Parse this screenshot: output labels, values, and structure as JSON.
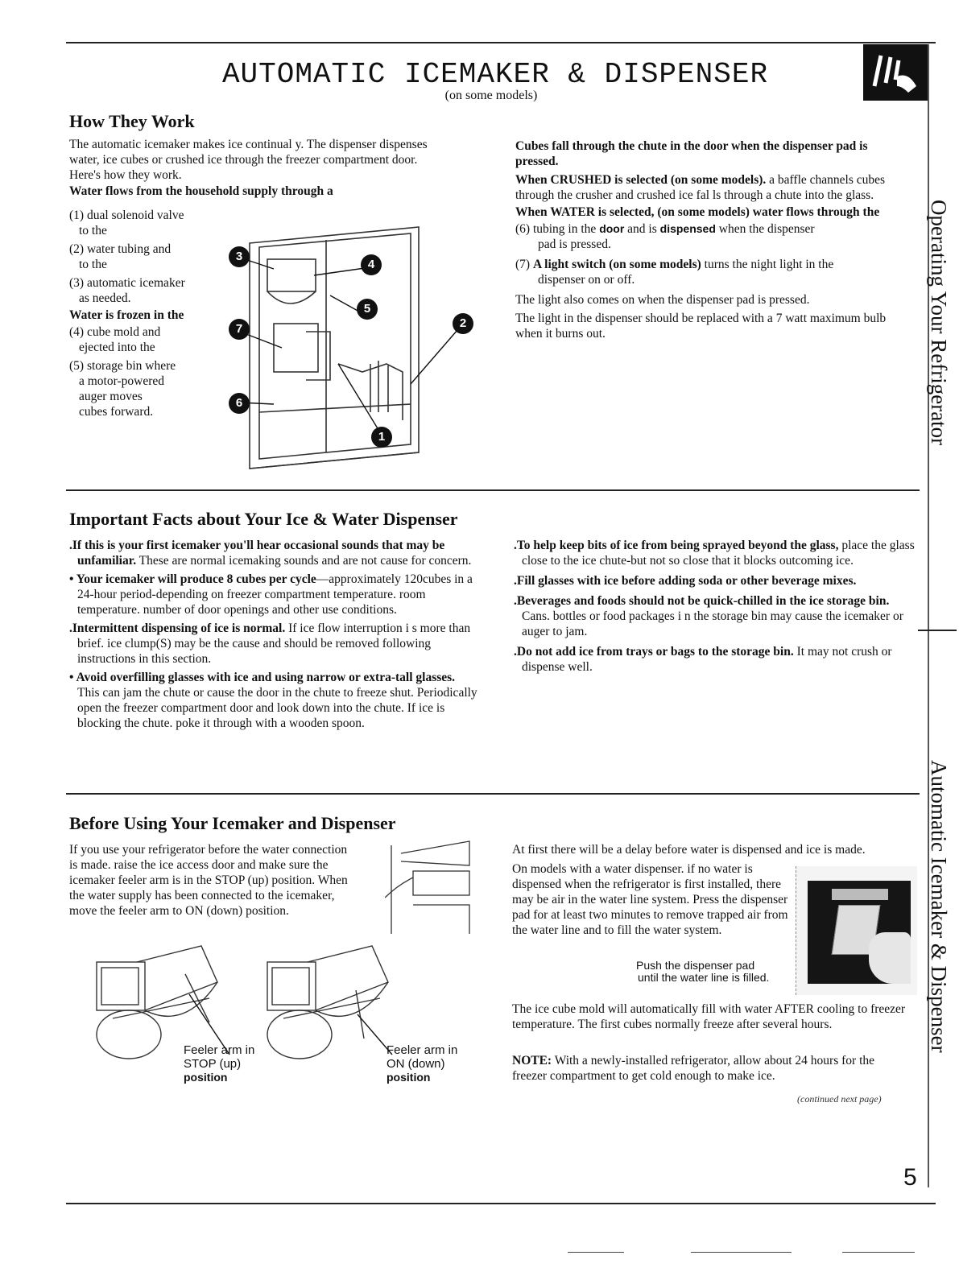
{
  "header": {
    "title": "AUTOMATIC ICEMAKER & DISPENSER",
    "subtitle": "(on some models)"
  },
  "how_they_work": {
    "heading": "How They Work",
    "intro": "The automatic icemaker makes ice continual y. The dispenser dispenses water, ice cubes or crushed ice through the freezer compartment door. Here's how they work.",
    "water_flows": "Water flows from the household supply through a",
    "step1": "(1) dual solenoid valve",
    "step1b": "to the",
    "step2": "(2) water tubing and",
    "step2b": "to the",
    "step3": "(3) automatic icemaker",
    "step3b": "as needed.",
    "water_frozen": "Water is frozen in the",
    "step4": "(4) cube mold and",
    "step4b": "ejected into the",
    "step5": "(5) storage bin where",
    "step5b": "a motor-powered",
    "step5c": "auger moves",
    "step5d": "cubes forward.",
    "cubes_fall": "Cubes fall through the chute in the door when the dispenser pad is pressed.",
    "crushed_bold": "When CRUSHED is selected (on some models).",
    "crushed_text": "a baffle channels cubes through the crusher and crushed ice fal ls through a chute into the glass.",
    "water_selected": "When WATER is selected, (on some models) water flows through the",
    "step6a": "(6) tubing in the ",
    "step6_door": "door",
    "step6b": " and is ",
    "step6_dispensed": "dispensed",
    "step6c": " when the dispenser",
    "step6d": "pad is pressed.",
    "step7a": "(7) ",
    "step7_bold": "A light switch (on some models)",
    "step7b": " turns the night light in the",
    "step7c": "dispenser on or off.",
    "light_also": "The light also comes on when the dispenser pad is pressed.",
    "light_replace": "The light in the dispenser should be replaced with a 7 watt maximum bulb when it burns out.",
    "callouts": [
      "3",
      "4",
      "5",
      "7",
      "2",
      "6",
      "1"
    ]
  },
  "important": {
    "heading": "Important Facts about Your Ice & Water Dispenser",
    "l1_bold": ".If this is your first icemaker you'll hear occasional sounds that may be unfamiliar.",
    "l1_text": " These are normal icemaking sounds and are not cause for concern.",
    "l2_bold": "• Your icemaker will produce 8 cubes per cycle",
    "l2_text": "—approximately 120cubes in a 24-hour period-depending on freezer compartment temperature. room temperature. number of door openings and other use conditions.",
    "l3_bold": ".Intermittent dispensing of ice is normal.",
    "l3_text": " If ice flow interruption i s more than brief. ice clump(S) may be the cause and should be removed following instructions in this section.",
    "l4_bold": "• Avoid overfilling glasses with ice and using narrow or extra-tall glasses.",
    "l4_text": " This can jam the chute or cause the door in the chute to freeze shut. Periodically open the freezer compartment door and look down into the chute. If ice is blocking the chute. poke it through with a wooden spoon.",
    "r1_bold": ".To help keep bits of ice from being sprayed beyond the glass,",
    "r1_text": " place the glass close to the ice chute-but not so close that it blocks outcoming ice.",
    "r2_bold": ".Fill glasses with ice before adding soda or other beverage mixes.",
    "r3_bold": ".Beverages and foods should not be quick-chilled in the ice storage bin.",
    "r3_text": " Cans. bottles or food packages i n the storage bin may cause the icemaker or auger to jam.",
    "r4_bold": ".Do not add ice from trays or bags to the storage bin.",
    "r4_text": " It may not crush or dispense well."
  },
  "before_using": {
    "heading": "Before Using Your Icemaker and Dispenser",
    "left_text": "If you use your refrigerator before the water connection is made. raise the ice access door and make sure the icemaker feeler arm is in the STOP (up) position. When the water supply has been connected to the icemaker, move the feeler arm to ON (down) position.",
    "cap_stop_1": "Feeler arm in",
    "cap_stop_2": "STOP (up)",
    "cap_stop_3": "position",
    "cap_on_1": "Feeler arm in",
    "cap_on_2": "ON (down)",
    "cap_on_3": "position",
    "delay": "At first there will be a delay before water is dispensed and ice is made.",
    "models": "On models with a water dispenser. if no water is dispensed when the refrigerator is first installed, there may be air in the water line system. Press the dispenser pad for at least two minutes to remove trapped air from the water line and to fill the water system.",
    "push_1": "Push the dispenser pad",
    "push_2": "until the water line is filled.",
    "ice_mold": "The ice cube mold will automatically fill with water AFTER cooling to freezer temperature. The first cubes normally freeze after several hours.",
    "note_label": "NOTE:",
    "note_text": " With a newly-installed refrigerator, allow about 24 hours for the freezer compartment to get cold enough to make ice.",
    "continued": "(continued next page)"
  },
  "side_tabs": {
    "top": "Operating Your Refrigerator",
    "bottom": "Automatic Icemaker & Dispenser"
  },
  "page_number": "5"
}
